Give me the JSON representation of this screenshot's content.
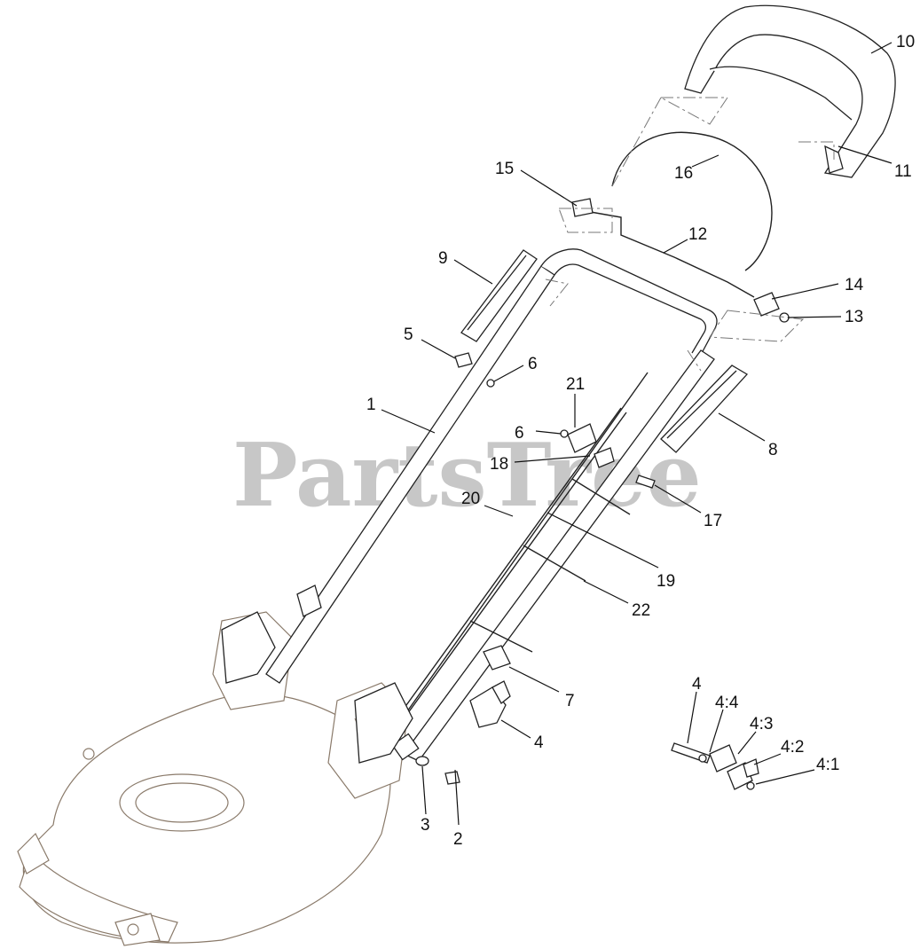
{
  "watermark": "PartsTree",
  "labels": {
    "p1": "1",
    "p2": "2",
    "p3": "3",
    "p4": "4",
    "p4b": "4",
    "p4_1": "4:1",
    "p4_2": "4:2",
    "p4_3": "4:3",
    "p4_4": "4:4",
    "p5": "5",
    "p6a": "6",
    "p6b": "6",
    "p7": "7",
    "p8": "8",
    "p9": "9",
    "p10": "10",
    "p11": "11",
    "p12": "12",
    "p13": "13",
    "p14": "14",
    "p15": "15",
    "p16": "16",
    "p17": "17",
    "p18": "18",
    "p19": "19",
    "p20": "20",
    "p21": "21",
    "p22": "22"
  }
}
